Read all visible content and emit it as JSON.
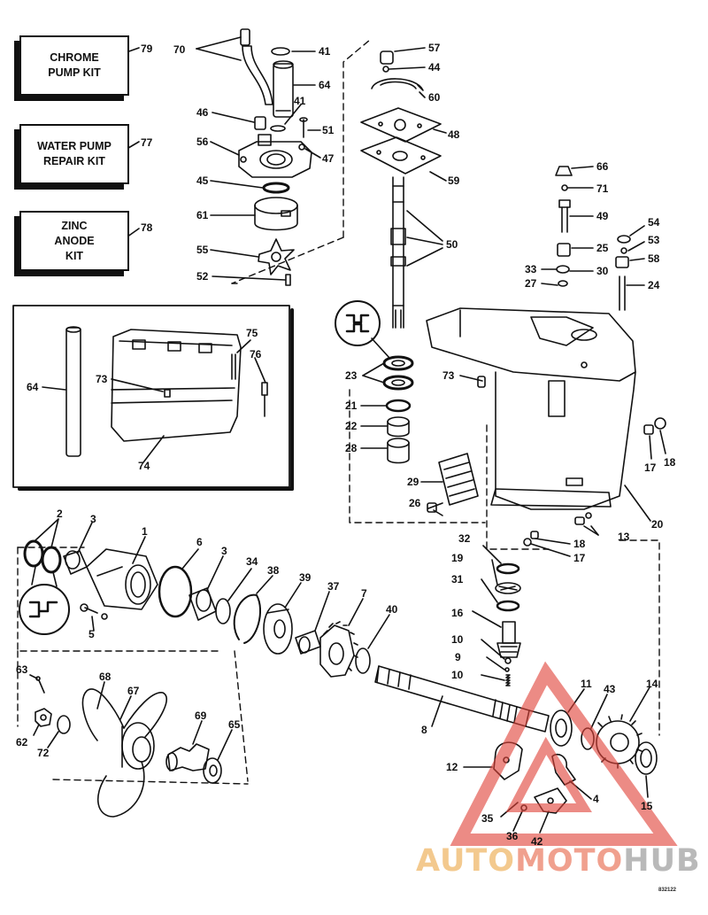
{
  "kits": [
    {
      "text": "CHROME\nPUMP KIT",
      "num": "79"
    },
    {
      "text": "WATER PUMP\nREPAIR KIT",
      "num": "77"
    },
    {
      "text": "ZINC\nANODE\nKIT",
      "num": "78"
    }
  ],
  "callouts": [
    {
      "id": "70",
      "t": "70"
    },
    {
      "id": "41a",
      "t": "41"
    },
    {
      "id": "64a",
      "t": "64"
    },
    {
      "id": "41b",
      "t": "41"
    },
    {
      "id": "46",
      "t": "46"
    },
    {
      "id": "51",
      "t": "51"
    },
    {
      "id": "56",
      "t": "56"
    },
    {
      "id": "47",
      "t": "47"
    },
    {
      "id": "45",
      "t": "45"
    },
    {
      "id": "61",
      "t": "61"
    },
    {
      "id": "55",
      "t": "55"
    },
    {
      "id": "52",
      "t": "52"
    },
    {
      "id": "57",
      "t": "57"
    },
    {
      "id": "44",
      "t": "44"
    },
    {
      "id": "60",
      "t": "60"
    },
    {
      "id": "48",
      "t": "48"
    },
    {
      "id": "59",
      "t": "59"
    },
    {
      "id": "50",
      "t": "50"
    },
    {
      "id": "66",
      "t": "66"
    },
    {
      "id": "71",
      "t": "71"
    },
    {
      "id": "49",
      "t": "49"
    },
    {
      "id": "54",
      "t": "54"
    },
    {
      "id": "53",
      "t": "53"
    },
    {
      "id": "25",
      "t": "25"
    },
    {
      "id": "58",
      "t": "58"
    },
    {
      "id": "33",
      "t": "33"
    },
    {
      "id": "30",
      "t": "30"
    },
    {
      "id": "27",
      "t": "27"
    },
    {
      "id": "24",
      "t": "24"
    },
    {
      "id": "75",
      "t": "75"
    },
    {
      "id": "76",
      "t": "76"
    },
    {
      "id": "64b",
      "t": "64"
    },
    {
      "id": "73a",
      "t": "73"
    },
    {
      "id": "74",
      "t": "74"
    },
    {
      "id": "23",
      "t": "23"
    },
    {
      "id": "73b",
      "t": "73"
    },
    {
      "id": "21",
      "t": "21"
    },
    {
      "id": "22",
      "t": "22"
    },
    {
      "id": "28",
      "t": "28"
    },
    {
      "id": "17a",
      "t": "17"
    },
    {
      "id": "18a",
      "t": "18"
    },
    {
      "id": "29",
      "t": "29"
    },
    {
      "id": "26",
      "t": "26"
    },
    {
      "id": "20",
      "t": "20"
    },
    {
      "id": "13",
      "t": "13"
    },
    {
      "id": "18b",
      "t": "18"
    },
    {
      "id": "17b",
      "t": "17"
    },
    {
      "id": "2",
      "t": "2"
    },
    {
      "id": "3a",
      "t": "3"
    },
    {
      "id": "1",
      "t": "1"
    },
    {
      "id": "6",
      "t": "6"
    },
    {
      "id": "3b",
      "t": "3"
    },
    {
      "id": "34",
      "t": "34"
    },
    {
      "id": "38",
      "t": "38"
    },
    {
      "id": "39",
      "t": "39"
    },
    {
      "id": "37",
      "t": "37"
    },
    {
      "id": "7",
      "t": "7"
    },
    {
      "id": "40",
      "t": "40"
    },
    {
      "id": "32",
      "t": "32"
    },
    {
      "id": "19",
      "t": "19"
    },
    {
      "id": "31",
      "t": "31"
    },
    {
      "id": "16",
      "t": "16"
    },
    {
      "id": "10a",
      "t": "10"
    },
    {
      "id": "9",
      "t": "9"
    },
    {
      "id": "10b",
      "t": "10"
    },
    {
      "id": "5",
      "t": "5"
    },
    {
      "id": "63",
      "t": "63"
    },
    {
      "id": "68",
      "t": "68"
    },
    {
      "id": "67",
      "t": "67"
    },
    {
      "id": "62",
      "t": "62"
    },
    {
      "id": "72",
      "t": "72"
    },
    {
      "id": "69",
      "t": "69"
    },
    {
      "id": "65",
      "t": "65"
    },
    {
      "id": "8",
      "t": "8"
    },
    {
      "id": "11",
      "t": "11"
    },
    {
      "id": "43",
      "t": "43"
    },
    {
      "id": "14",
      "t": "14"
    },
    {
      "id": "12",
      "t": "12"
    },
    {
      "id": "4",
      "t": "4"
    },
    {
      "id": "15",
      "t": "15"
    },
    {
      "id": "35",
      "t": "35"
    },
    {
      "id": "36",
      "t": "36"
    },
    {
      "id": "42",
      "t": "42"
    }
  ],
  "drawing_number": "832122",
  "watermark": {
    "part1": "AUTO",
    "part2": "MOTO",
    "part3": "HUB"
  },
  "colors": {
    "ink": "#111111",
    "watermark_red": "#e0433a",
    "watermark_orange": "#f3c98e",
    "watermark_gray": "#b9b9b9"
  }
}
